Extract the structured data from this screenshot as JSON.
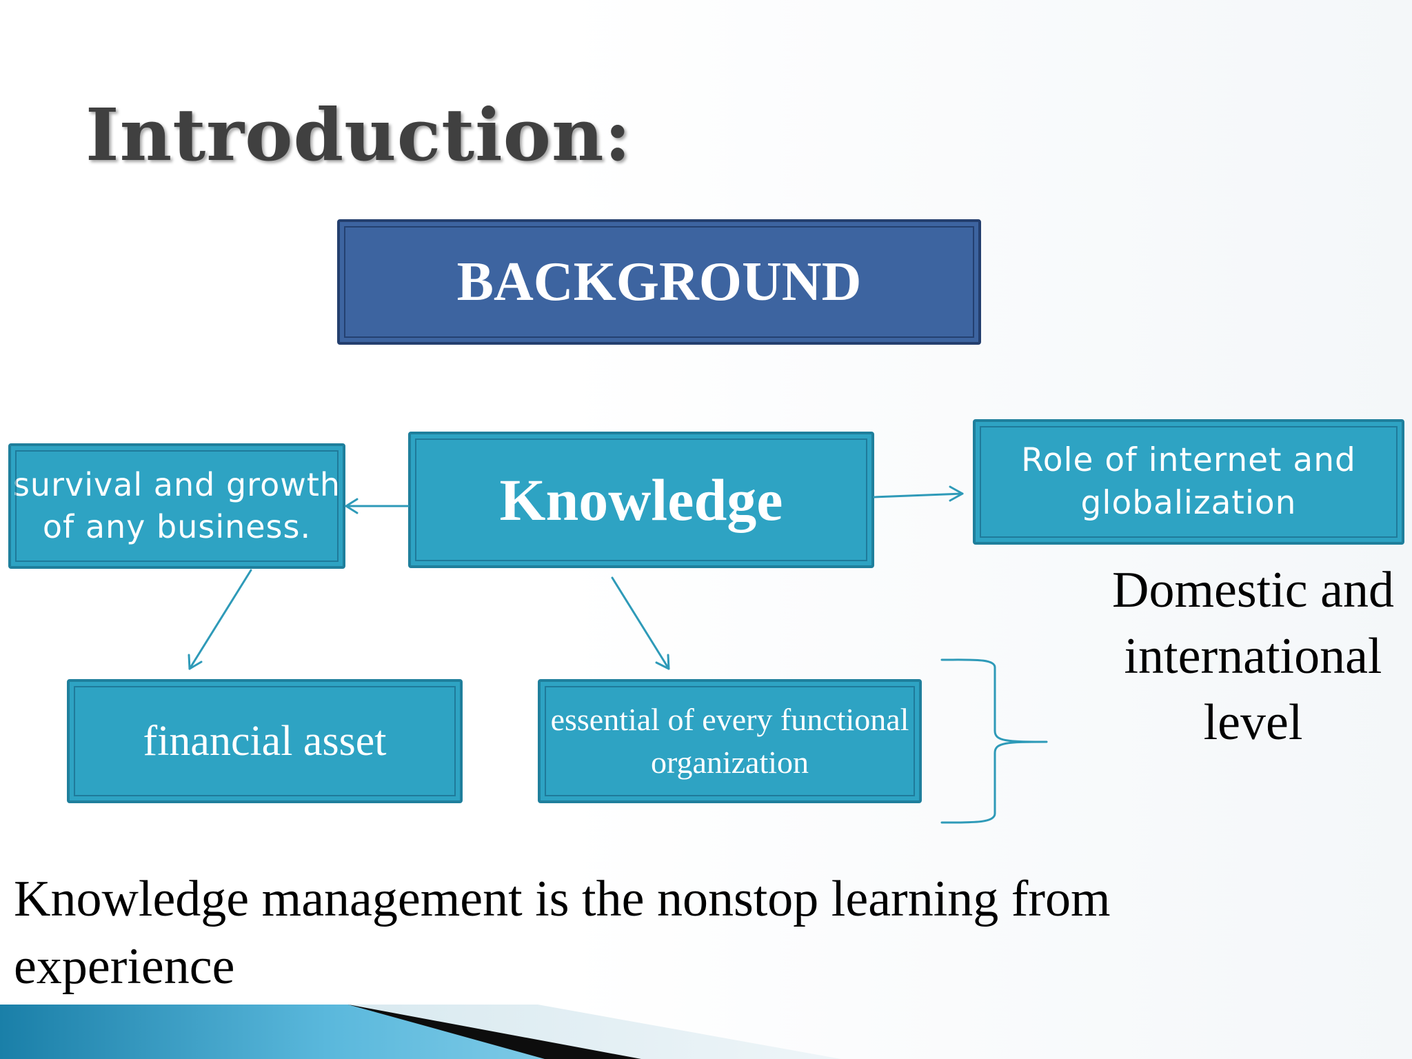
{
  "slide": {
    "title": "Introduction:",
    "nodes": {
      "background": "BACKGROUND",
      "knowledge": "Knowledge",
      "survival": "survival and growth of any business.",
      "internet": "Role of internet and globalization",
      "financial": "financial asset",
      "essential": "essential of every functional organization"
    },
    "side_note": "Domestic and international level",
    "footer_statement": "Knowledge management is the nonstop learning from experience"
  },
  "colors": {
    "teal_box": "#2ea3c3",
    "navy_box": "#3d64a0",
    "connector": "#2e9ab8",
    "title_text": "#404040"
  },
  "icons": {
    "arrows": "arrow-icon",
    "brace": "curly-brace-icon"
  }
}
